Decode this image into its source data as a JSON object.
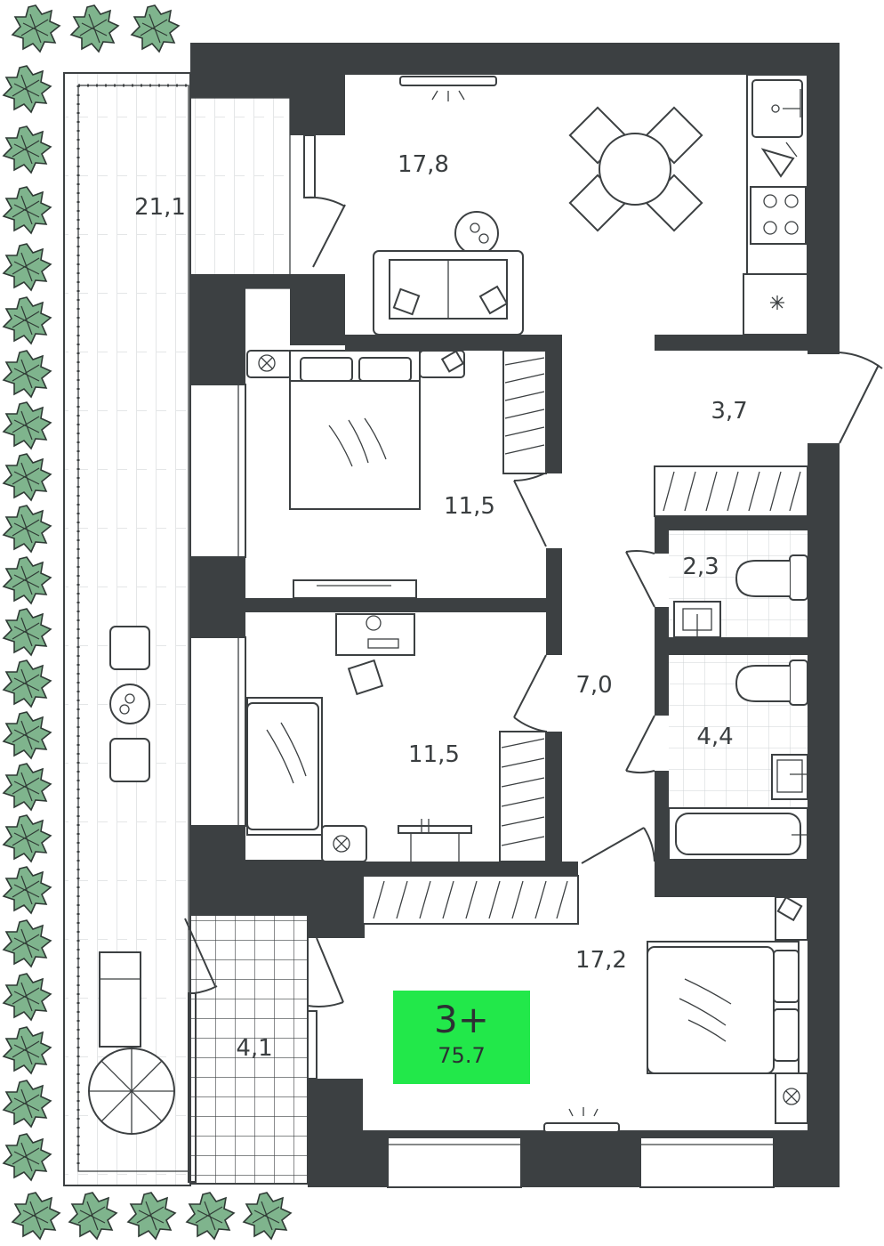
{
  "rooms": [
    {
      "id": "kitchen-living",
      "area": "17,8"
    },
    {
      "id": "terrace",
      "area": "21,1"
    },
    {
      "id": "bedroom-1",
      "area": "11,5"
    },
    {
      "id": "bedroom-2",
      "area": "11,5"
    },
    {
      "id": "hallway",
      "area": "3,7"
    },
    {
      "id": "corridor",
      "area": "7,0"
    },
    {
      "id": "wc",
      "area": "2,3"
    },
    {
      "id": "bathroom",
      "area": "4,4"
    },
    {
      "id": "master-bedroom",
      "area": "17,2"
    },
    {
      "id": "balcony",
      "area": "4,1"
    }
  ],
  "badge": {
    "title": "3+",
    "area": "75.7",
    "color": "#22e84a"
  },
  "colors": {
    "wall": "#3c4042",
    "foliage": "#7fb48d"
  },
  "icons": [
    "tree-icon",
    "table-icon",
    "sofa-icon",
    "bed-icon",
    "toilet-icon",
    "sink-icon",
    "bathtub-icon",
    "stove-icon",
    "fridge-icon",
    "wardrobe-icon",
    "round-table-icon"
  ]
}
